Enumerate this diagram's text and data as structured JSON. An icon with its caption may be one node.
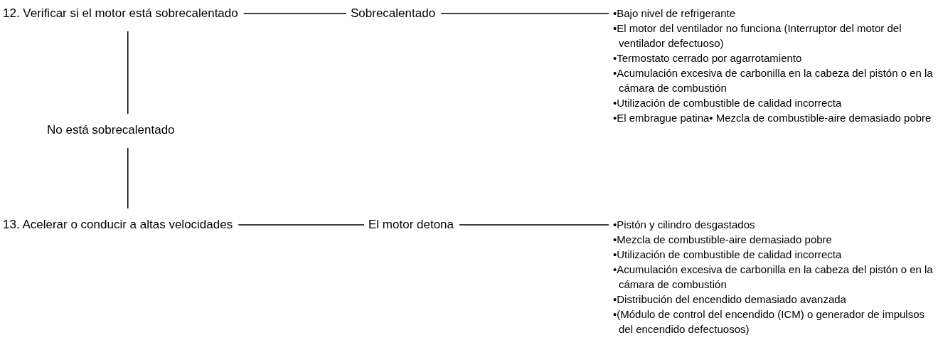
{
  "diagram": {
    "nodes": [
      {
        "text": [
          "12. Verificar si el motor está sobrecalentado"
        ]
      },
      {
        "text": [
          "Sobrecalentado"
        ]
      },
      {
        "text": [
          "•Bajo nivel de refrigerante",
          "•El motor del ventilador no funciona (Interruptor del motor del ventilador defectuoso)",
          "•Termostato cerrado por agarrotamiento",
          "•Acumulación excesiva de carbonilla en la cabeza del pistón o en la cámara de combustión",
          "•Utilización de combustible de calidad incorrecta",
          "•El embrague patina• Mezcla de combustible-aire demasiado pobre"
        ]
      },
      {
        "text": [
          "No está sobrecalentado"
        ]
      },
      {
        "text": [
          "13. Acelerar o conducir a altas velocidades"
        ]
      },
      {
        "text": [
          "El motor detona"
        ]
      },
      {
        "text": [
          "•Pistón y cilindro desgastados",
          "•Mezcla de combustible-aire demasiado pobre",
          "•Utilización de combustible de calidad incorrecta",
          "•Acumulación excesiva de carbonilla en la cabeza del pistón o en la cámara de combustión",
          "•Distribución del encendido demasiado avanzada",
          "•(Módulo de control del encendido (ICM) o generador de impulsos del encendido defectuosos)"
        ]
      }
    ],
    "edges": [
      {
        "from": 0,
        "to": 1,
        "arrow": "none"
      },
      {
        "from": 1,
        "to": 2,
        "arrow": "none"
      },
      {
        "from": 0,
        "to": 3,
        "arrow": "none"
      },
      {
        "from": 3,
        "to": 4,
        "arrow": "none"
      },
      {
        "from": 4,
        "to": 5,
        "arrow": "none"
      },
      {
        "from": 5,
        "to": 6,
        "arrow": "none"
      }
    ]
  }
}
